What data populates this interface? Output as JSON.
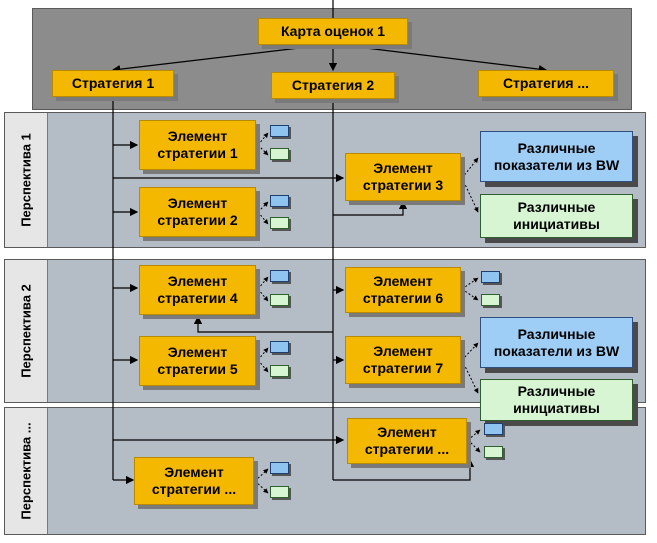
{
  "map_title": "Карта оценок 1",
  "strategies": [
    "Стратегия 1",
    "Стратегия 2",
    "Стратегия ..."
  ],
  "perspectives": [
    "Перспектива 1",
    "Перспектива 2",
    "Перспектива ..."
  ],
  "elements": {
    "e1": "Элемент\nстратегии 1",
    "e2": "Элемент\nстратегии 2",
    "e3": "Элемент\nстратегии 3",
    "e4": "Элемент\nстратегии 4",
    "e5": "Элемент\nстратегии 5",
    "e6": "Элемент\nстратегии 6",
    "e7": "Элемент\nстратегии 7",
    "e8": "Элемент\nстратегии ...",
    "e9": "Элемент\nстратегии ..."
  },
  "indicators": {
    "bw_1": "Различные\nпоказатели из BW",
    "init_1": "Различные\nинициативы",
    "bw_2": "Различные\nпоказатели из BW",
    "init_2": "Различные\nинициативы"
  },
  "colors": {
    "element": "#f5b800",
    "bw_indicator": "#9ecdf5",
    "initiative": "#d7f5d2",
    "lane": "#b4bcc6",
    "top_band": "#8c8c8c"
  }
}
